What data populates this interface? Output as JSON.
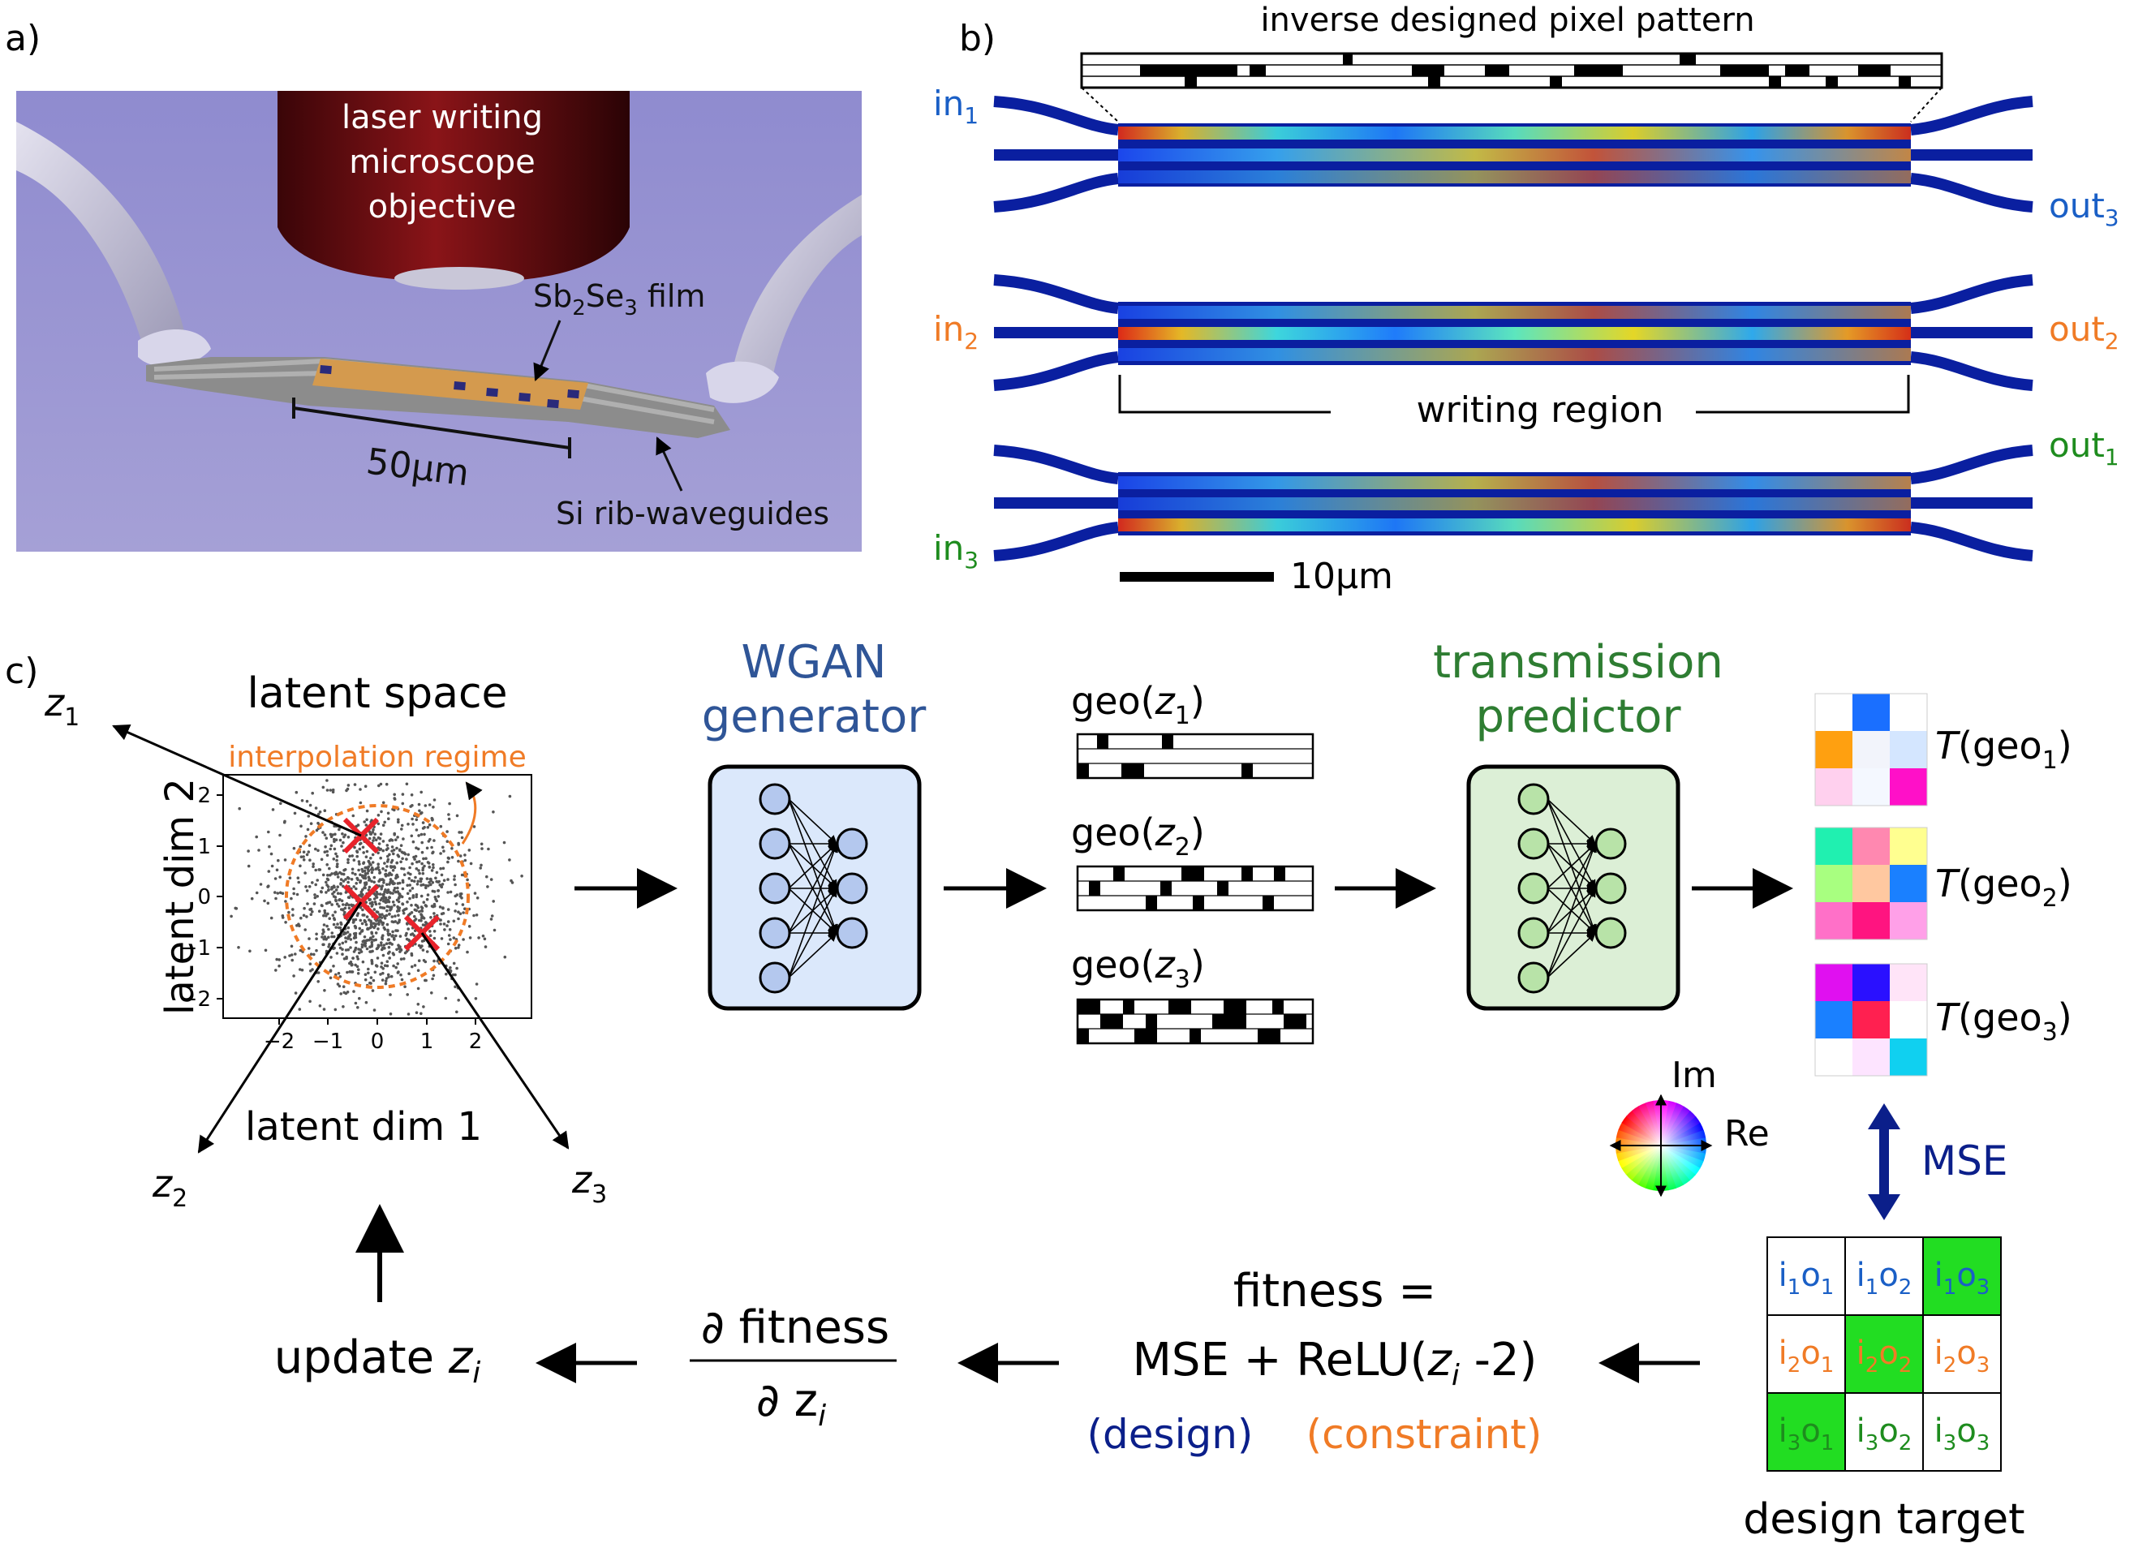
{
  "panels": {
    "a": "a)",
    "b": "b)",
    "c": "c)"
  },
  "panel_a": {
    "objective": [
      "laser writing",
      "microscope",
      "objective"
    ],
    "film": {
      "pre": "Sb",
      "s1": "2",
      "mid": "Se",
      "s2": "3",
      "post": " film"
    },
    "waveguides": "Si rib-waveguides",
    "scale": "50μm"
  },
  "panel_b": {
    "pattern_title": "inverse designed pixel pattern",
    "ports": [
      {
        "base": "in",
        "sub": "1",
        "color": "#1a5fc6"
      },
      {
        "base": "in",
        "sub": "2",
        "color": "#f07b26"
      },
      {
        "base": "in",
        "sub": "3",
        "color": "#1e8c1e"
      },
      {
        "base": "out",
        "sub": "3",
        "color": "#1a5fc6"
      },
      {
        "base": "out",
        "sub": "2",
        "color": "#f07b26"
      },
      {
        "base": "out",
        "sub": "1",
        "color": "#1e8c1e"
      }
    ],
    "writing_region": "writing region",
    "scale": "10μm"
  },
  "panel_c": {
    "latent_title": "latent space",
    "regime": "interpolation regime",
    "xlabel": "latent dim 1",
    "ylabel": "latent dim 2",
    "xticks": [
      "−2",
      "−1",
      "0",
      "1",
      "2"
    ],
    "yticks": [
      "2",
      "1",
      "0",
      "−1",
      "−2"
    ],
    "z_labels": [
      {
        "base": "z",
        "sub": "1"
      },
      {
        "base": "z",
        "sub": "2"
      },
      {
        "base": "z",
        "sub": "3"
      }
    ],
    "wgan": [
      "WGAN",
      "generator"
    ],
    "predictor": [
      "transmission",
      "predictor"
    ],
    "geo_labels": [
      {
        "pre": "geo(",
        "z": "z",
        "sub": "1",
        "post": ")"
      },
      {
        "pre": "geo(",
        "z": "z",
        "sub": "2",
        "post": ")"
      },
      {
        "pre": "geo(",
        "z": "z",
        "sub": "3",
        "post": ")"
      }
    ],
    "t_labels": [
      {
        "t": "T",
        "pre": "(geo",
        "sub": "1",
        "post": ")"
      },
      {
        "t": "T",
        "pre": "(geo",
        "sub": "2",
        "post": ")"
      },
      {
        "t": "T",
        "pre": "(geo",
        "sub": "3",
        "post": ")"
      }
    ],
    "t_matrices": [
      [
        "#ffffff",
        "#1a6fff",
        "#ffffff",
        "#ffa010",
        "#f2f4fb",
        "#d4e6ff",
        "#ffd0ee",
        "#f4f8ff",
        "#ff10c8"
      ],
      [
        "#20f0b0",
        "#ff88b0",
        "#ffff90",
        "#a8ff80",
        "#ffc8a0",
        "#1a80ff",
        "#ff70c8",
        "#ff1480",
        "#ffa0e8"
      ],
      [
        "#e010f0",
        "#2a10ff",
        "#ffe4f8",
        "#1a80ff",
        "#ff2050",
        "#ffffff",
        "#ffffff",
        "#fde4ff",
        "#10d0f0"
      ]
    ],
    "im": "Im",
    "re": "Re",
    "mse": "MSE",
    "fitness": {
      "title": "fitness =",
      "line2_pre": "MSE + ReLU(",
      "z": "z",
      "sub": "i",
      "line2_post": " -2)",
      "design": "(design)",
      "constraint": "(constraint)"
    },
    "gradient": {
      "num": "∂ fitness",
      "den": "∂ z",
      "sub": "i"
    },
    "update": {
      "pre": "update ",
      "z": "z",
      "sub": "i"
    },
    "target_title": "design target",
    "target": [
      {
        "i": "1",
        "o": "1",
        "color": "#1a5fc6",
        "fill": "#ffffff"
      },
      {
        "i": "1",
        "o": "2",
        "color": "#1a5fc6",
        "fill": "#ffffff"
      },
      {
        "i": "1",
        "o": "3",
        "color": "#1a5fc6",
        "fill": "#22dd22"
      },
      {
        "i": "2",
        "o": "1",
        "color": "#f07b26",
        "fill": "#ffffff"
      },
      {
        "i": "2",
        "o": "2",
        "color": "#f07b26",
        "fill": "#22dd22"
      },
      {
        "i": "2",
        "o": "3",
        "color": "#f07b26",
        "fill": "#ffffff"
      },
      {
        "i": "3",
        "o": "1",
        "color": "#1e8c1e",
        "fill": "#22dd22"
      },
      {
        "i": "3",
        "o": "2",
        "color": "#1e8c1e",
        "fill": "#ffffff"
      },
      {
        "i": "3",
        "o": "3",
        "color": "#1e8c1e",
        "fill": "#ffffff"
      }
    ],
    "colors": {
      "wgan": "#2f5597",
      "predictor": "#2e7d32",
      "regime": "#f07b26",
      "design": "#0b1f8a",
      "constraint": "#f07b26",
      "mse": "#0b1f8a",
      "green_cell": "#22dd22"
    }
  }
}
